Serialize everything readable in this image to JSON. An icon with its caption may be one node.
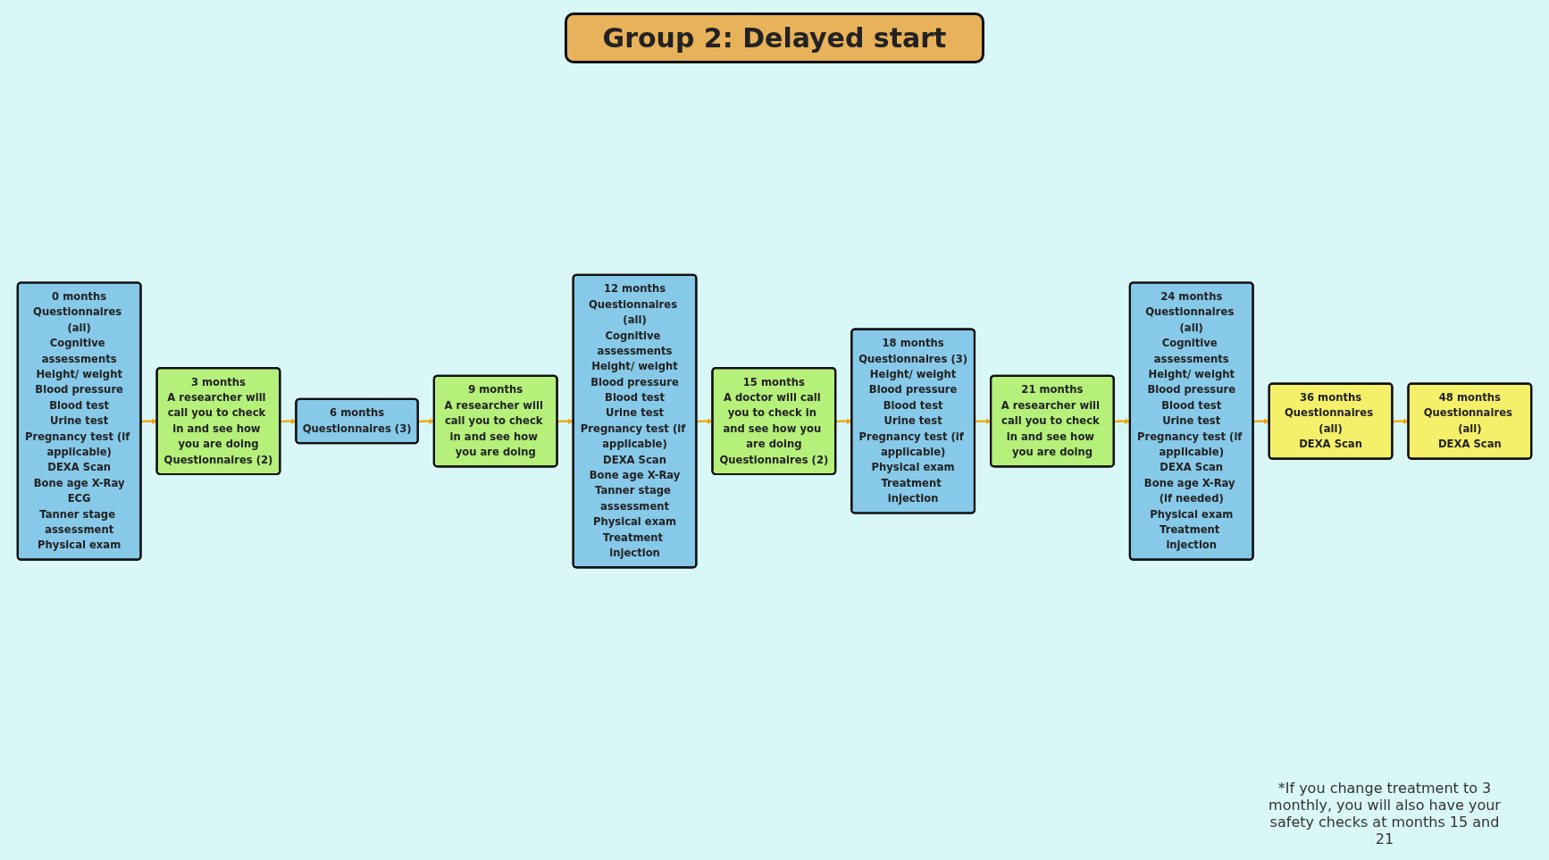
{
  "diagram": {
    "title": "Group 2: Delayed start",
    "nodes": [
      {
        "text": [
          "0 months",
          "Questionnaires (all)",
          "Cognitive assessments",
          "Height/ weight",
          "Blood pressure",
          "Blood test",
          "Urine test",
          "Pregnancy test (if applicable)",
          "DEXA Scan",
          "Bone age X-Ray",
          "ECG",
          "Tanner stage assessment",
          "Physical exam"
        ]
      },
      {
        "text": [
          "3 months",
          "A researcher will call you to check in and see how you are doing",
          "Questionnaires (2)"
        ]
      },
      {
        "text": [
          "6 months",
          "Questionnaires (3)"
        ]
      },
      {
        "text": [
          "9 months",
          "A researcher will call you to check in and see how you are doing"
        ]
      },
      {
        "text": [
          "12 months",
          "Questionnaires (all)",
          "Cognitive assessments",
          "Height/ weight",
          "Blood pressure",
          "Blood test",
          "Urine test",
          "Pregnancy test (if applicable)",
          "DEXA Scan",
          "Bone age X-Ray",
          "Tanner stage assessment",
          "Physical exam",
          "Treatment injection"
        ]
      },
      {
        "text": [
          "15 months",
          "A doctor will call you to check in and see how you are doing",
          "Questionnaires (2)"
        ]
      },
      {
        "text": [
          "18 months",
          "Questionnaires (3)",
          "Height/ weight",
          "Blood pressure",
          "Blood test",
          "Urine test",
          "Pregnancy test (if applicable)",
          "Physical exam",
          "Treatment injection"
        ]
      },
      {
        "text": [
          "21 months",
          "A researcher will call you to check in and see how you are doing"
        ]
      },
      {
        "text": [
          "24 months",
          "Questionnaires (all)",
          "Cognitive assessments",
          "Height/ weight",
          "Blood pressure",
          "Blood test",
          "Urine test",
          "Pregnancy test (if applicable)",
          "DEXA Scan",
          "Bone age X-Ray (if needed)",
          "Physical exam",
          "Treatment injection"
        ]
      },
      {
        "text": [
          "36 months",
          "Questionnaires (all)",
          "DEXA Scan"
        ]
      },
      {
        "text": [
          "48 months",
          "Questionnaires (all)",
          "DEXA Scan"
        ]
      }
    ],
    "edges": [
      {
        "from": 0,
        "to": 1,
        "arrow": "to"
      },
      {
        "from": 1,
        "to": 2,
        "arrow": "to"
      },
      {
        "from": 2,
        "to": 3,
        "arrow": "to"
      },
      {
        "from": 3,
        "to": 4,
        "arrow": "to"
      },
      {
        "from": 4,
        "to": 5,
        "arrow": "to"
      },
      {
        "from": 5,
        "to": 6,
        "arrow": "to"
      },
      {
        "from": 6,
        "to": 7,
        "arrow": "to"
      },
      {
        "from": 7,
        "to": 8,
        "arrow": "to"
      },
      {
        "from": 8,
        "to": 9,
        "arrow": "to"
      },
      {
        "from": 9,
        "to": 10,
        "arrow": "to"
      }
    ],
    "labels": [
      "*If you change treatment to 3 monthly, you will also have your safety checks at months 15 and 21"
    ]
  }
}
